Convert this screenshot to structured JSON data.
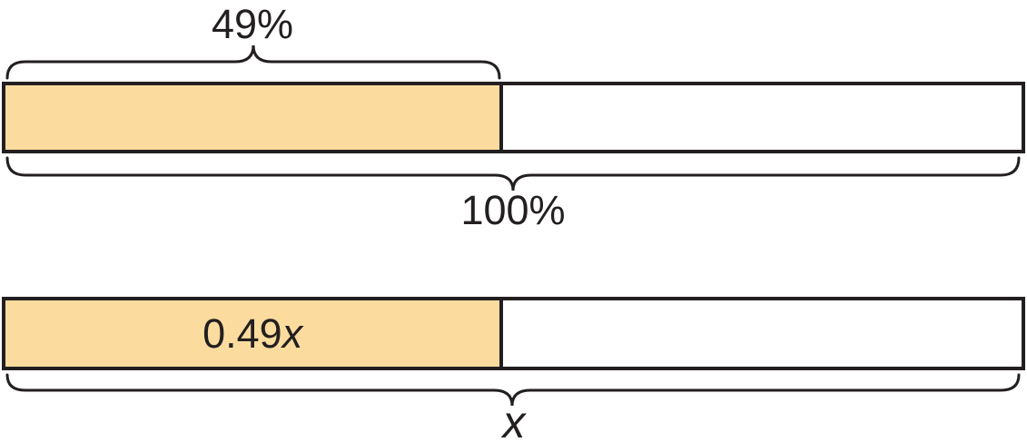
{
  "diagram": {
    "type": "tape-percent-diagram",
    "colors": {
      "background": "#ffffff",
      "ink": "#231f20",
      "shaded": "#fcdc9e"
    },
    "percent_bar": {
      "shaded_label": "49%",
      "total_label": "100%",
      "shaded_fraction": 0.49
    },
    "amount_bar": {
      "shaded_coefficient": "0.49",
      "shaded_variable": "x",
      "total_label": "x",
      "shaded_fraction": 0.49
    }
  }
}
